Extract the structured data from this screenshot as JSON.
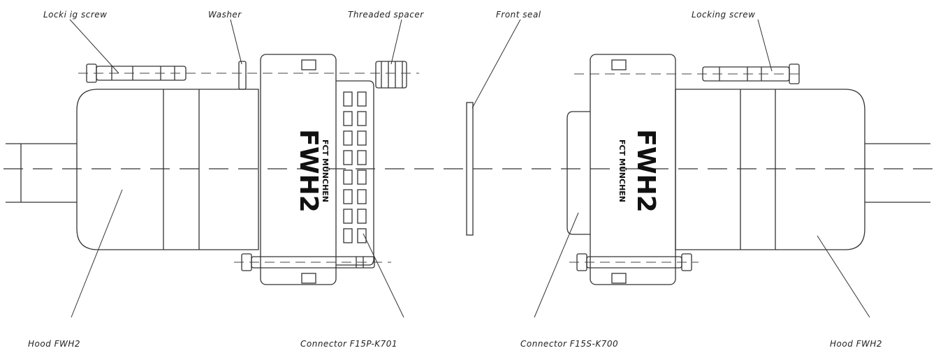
{
  "labels": {
    "locking_screw_left": "Locki ig screw",
    "washer": "Washer",
    "threaded_spacer": "Threaded spacer",
    "front_seal": "Front seal",
    "locking_screw_right": "Locking screw",
    "hood_left": "Hood FWH2",
    "connector_left": "Connector F15P-K701",
    "connector_right": "Connector F15S-K700",
    "hood_right": "Hood FWH2"
  },
  "housing_left": {
    "model": "FWH2",
    "maker": "FCT MÜNCHEN"
  },
  "housing_right": {
    "model": "FWH2",
    "maker": "FCT MÜNCHEN"
  }
}
